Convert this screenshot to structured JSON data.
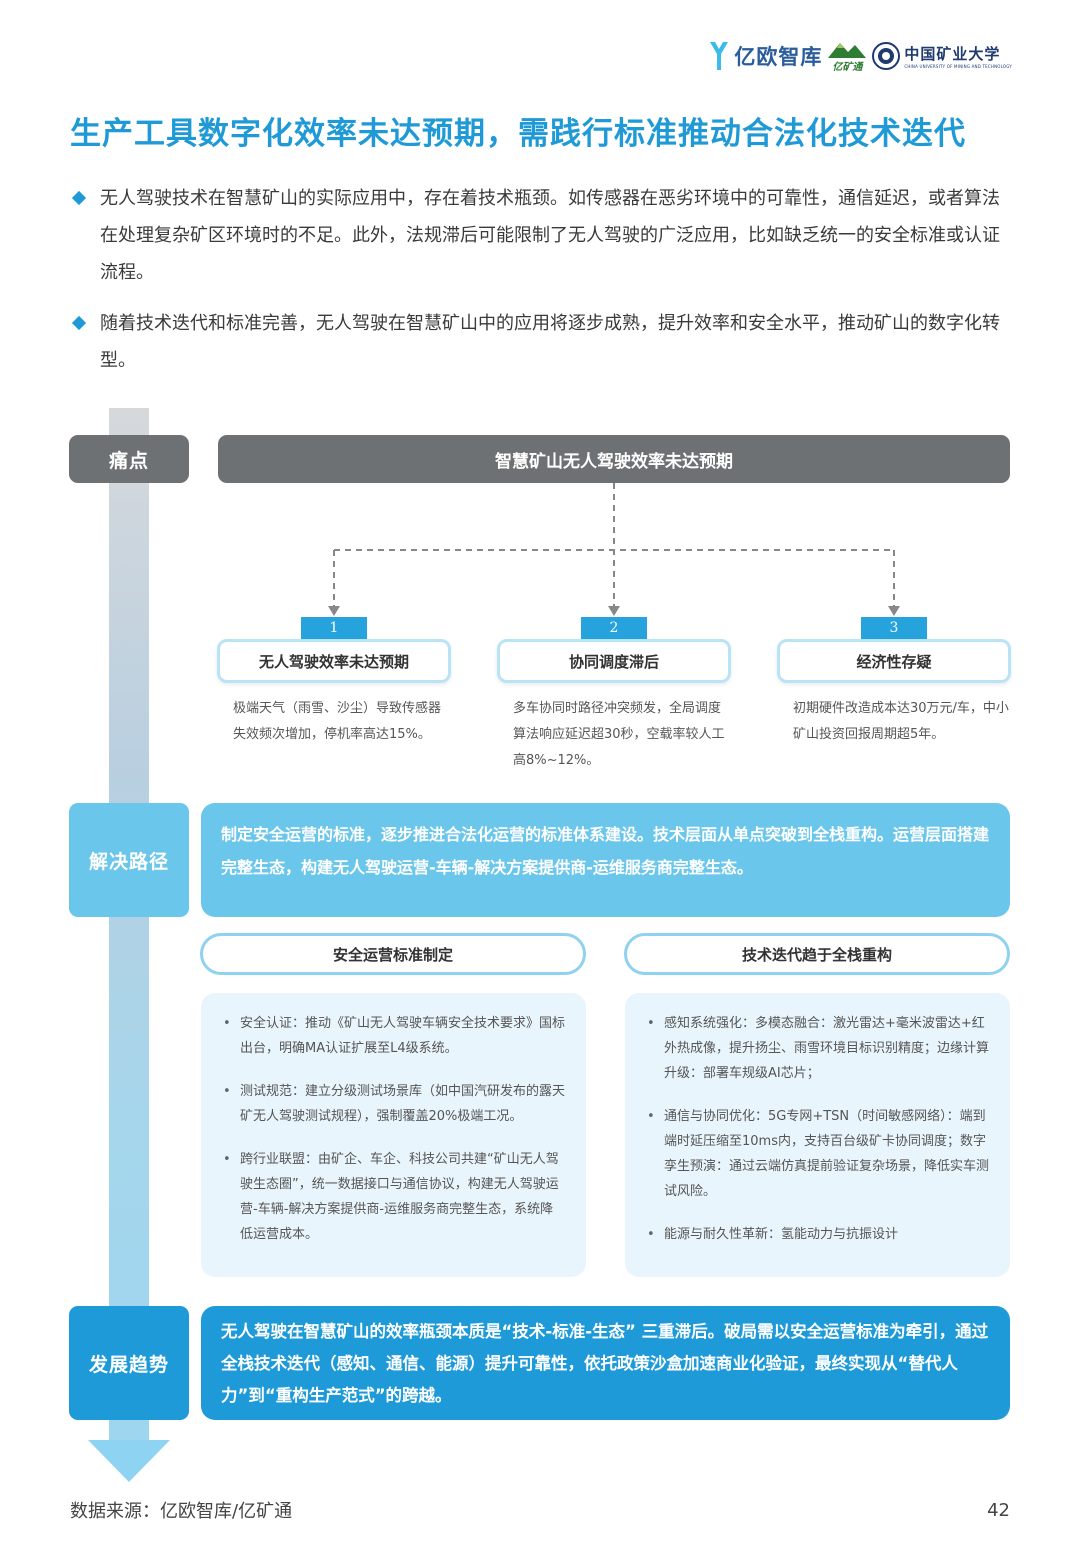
{
  "header": {
    "logo_yiou": "亿欧智库",
    "logo_ykt": "亿矿通",
    "logo_cumt_cn": "中国矿业大学",
    "logo_cumt_en": "CHINA UNIVERSITY OF MINING AND TECHNOLOGY"
  },
  "title": "生产工具数字化效率未达预期，需践行标准推动合法化技术迭代",
  "bullets": [
    "无人驾驶技术在智慧矿山的实际应用中，存在着技术瓶颈。如传感器在恶劣环境中的可靠性，通信延迟，或者算法在处理复杂矿区环境时的不足。此外，法规滞后可能限制了无人驾驶的广泛应用，比如缺乏统一的安全标准或认证流程。",
    "随着技术迭代和标准完善，无人驾驶在智慧矿山中的应用将逐步成熟，提升效率和安全水平，推动矿山的数字化转型。"
  ],
  "labels": {
    "pain": "痛点",
    "solve": "解决路径",
    "trend": "发展趋势"
  },
  "pain_header": "智慧矿山无人驾驶效率未达预期",
  "pain_points": [
    {
      "num": "1",
      "title": "无人驾驶效率未达预期",
      "desc": "极端天气（雨雪、沙尘）导致传感器失效频次增加，停机率高达15%。"
    },
    {
      "num": "2",
      "title": "协同调度滞后",
      "desc": "多车协同时路径冲突频发，全局调度算法响应延迟超30秒，空载率较人工高8%~12%。"
    },
    {
      "num": "3",
      "title": "经济性存疑",
      "desc": "初期硬件改造成本达30万元/车，中小矿山投资回报周期超5年。"
    }
  ],
  "solution": "制定安全运营的标准，逐步推进合法化运营的标准体系建设。技术层面从单点突破到全栈重构。运营层面搭建完整生态，构建无人驾驶运营-车辆-解决方案提供商-运维服务商完整生态。",
  "sub_sections": [
    {
      "title": "安全运营标准制定",
      "items": [
        "安全认证：推动《矿山无人驾驶车辆安全技术要求》国标出台，明确MA认证扩展至L4级系统。",
        "测试规范：建立分级测试场景库（如中国汽研发布的露天矿无人驾驶测试规程），强制覆盖20%极端工况。",
        "跨行业联盟：由矿企、车企、科技公司共建“矿山无人驾驶生态圈”，统一数据接口与通信协议，构建无人驾驶运营-车辆-解决方案提供商-运维服务商完整生态，系统降低运营成本。"
      ]
    },
    {
      "title": "技术迭代趋于全栈重构",
      "items": [
        "感知系统强化：多模态融合：激光雷达+毫米波雷达+红外热成像，提升扬尘、雨雪环境目标识别精度；边缘计算升级：部署车规级AI芯片；",
        "通信与协同优化：5G专网+TSN（时间敏感网络）：端到端时延压缩至10ms内，支持百台级矿卡协同调度；数字孪生预演：通过云端仿真提前验证复杂场景，降低实车测试风险。",
        "能源与耐久性革新：氢能动力与抗振设计"
      ]
    }
  ],
  "trend": "无人驾驶在智慧矿山的效率瓶颈本质是“技术-标准-生态” 三重滞后。破局需以安全运营标准为牵引，通过全栈技术迭代（感知、通信、能源）提升可靠性，依托政策沙盒加速商业化验证，最终实现从“替代人力”到“重构生产范式”的跨越。",
  "footer": {
    "source": "数据来源：亿欧智库/亿矿通",
    "page": "42"
  },
  "colors": {
    "accent": "#1f9ad6",
    "gray_bar": "#6e7173",
    "light_blue": "#6bc6ec",
    "dark_blue": "#1e9ad8",
    "panel_bg": "#e9f5fc"
  }
}
